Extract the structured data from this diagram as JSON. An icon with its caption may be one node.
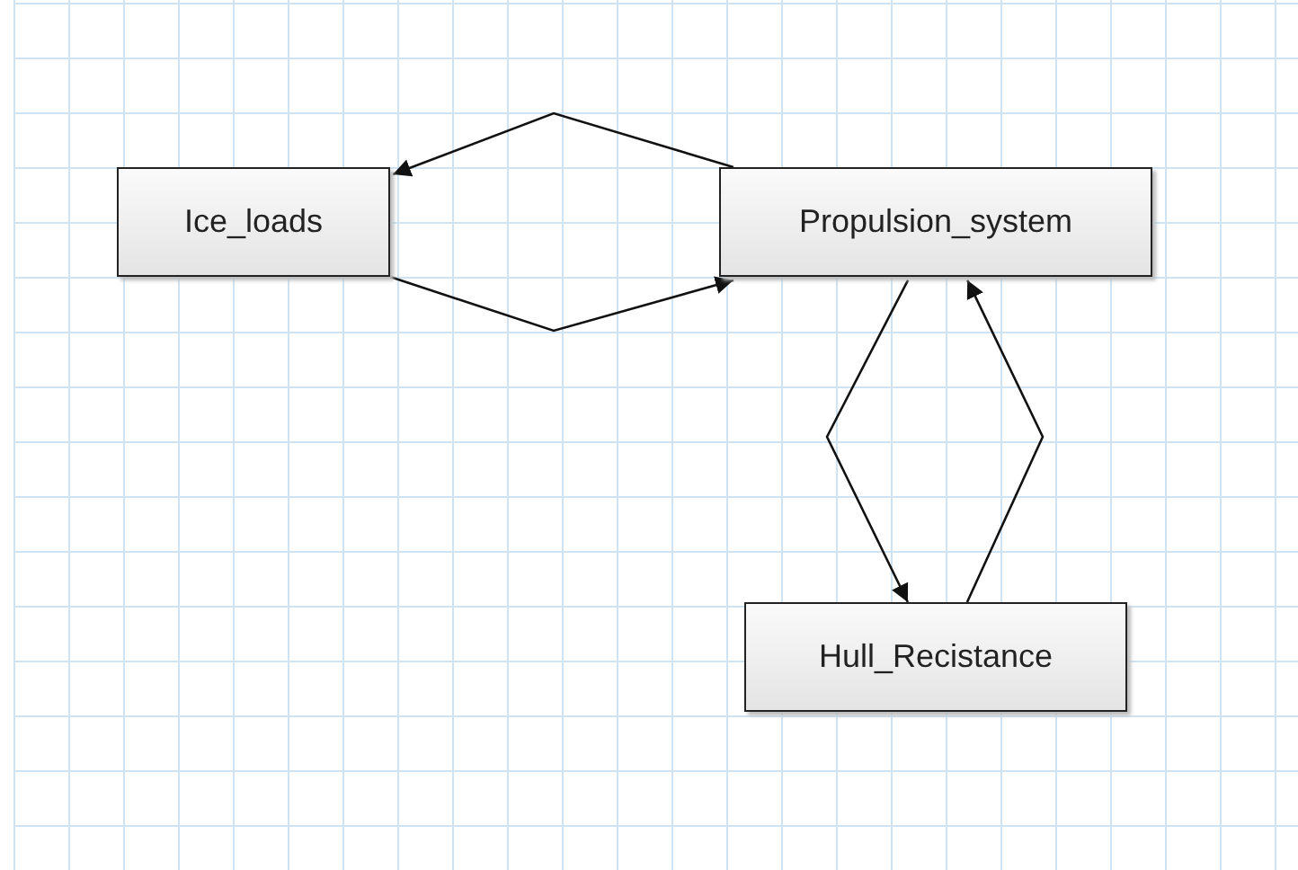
{
  "diagram": {
    "nodes": [
      {
        "text": [
          "Ice_loads"
        ]
      },
      {
        "text": [
          "Propulsion_system"
        ]
      },
      {
        "text": [
          "Hull_Recistance"
        ]
      }
    ],
    "edges": [
      {
        "from": 1,
        "to": 0,
        "arrow": "to"
      },
      {
        "from": 0,
        "to": 1,
        "arrow": "to"
      },
      {
        "from": 1,
        "to": 2,
        "arrow": "to"
      },
      {
        "from": 2,
        "to": 1,
        "arrow": "to"
      }
    ]
  }
}
